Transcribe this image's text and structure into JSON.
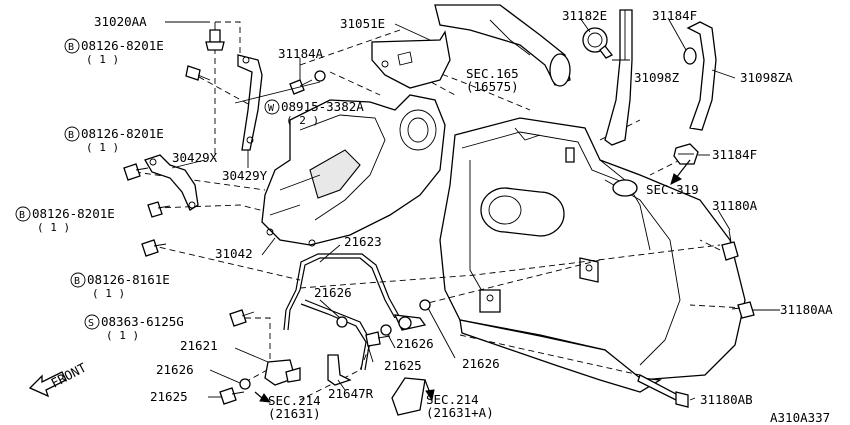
{
  "labels": {
    "p31020AA": "31020AA",
    "p31051E": "31051E",
    "p31182E": "31182E",
    "p31184F_top": "31184F",
    "p31184A": "31184A",
    "p31098Z": "31098Z",
    "p31098ZA": "31098ZA",
    "sec165": "SEC.165",
    "sec165_sub": "(16575)",
    "b08126_8201E_1": "08126-8201E",
    "b08126_8201E_1_qty": "( 1 )",
    "w08915_3382A": "08915-3382A",
    "w08915_3382A_qty": "( 2 )",
    "b08126_8201E_2": "08126-8201E",
    "b08126_8201E_2_qty": "( 1 )",
    "p30429X": "30429X",
    "p30429Y": "30429Y",
    "p31184F_mid": "31184F",
    "sec319": "SEC.319",
    "b08126_8201E_3": "08126-8201E",
    "b08126_8201E_3_qty": "( 1 )",
    "p31180A": "31180A",
    "p21623": "21623",
    "p31042": "31042",
    "b08126_8161E": "08126-8161E",
    "b08126_8161E_qty": "( 1 )",
    "p21626_a": "21626",
    "p31180AA": "31180AA",
    "s08363_6125G": "08363-6125G",
    "s08363_6125G_qty": "( 1 )",
    "p21626_b": "21626",
    "p21626_c": "21626",
    "p21621": "21621",
    "p21625_a": "21625",
    "p21626_d": "21626",
    "p21647R": "21647R",
    "p21625_b": "21625",
    "sec214_a": "SEC.214",
    "sec214_a_sub": "(21631)",
    "sec214_b": "SEC.214",
    "sec214_b_sub": "(21631+A)",
    "p31180AB": "31180AB",
    "front": "FRONT",
    "diagram_code": "A310A337",
    "circle_B": "B",
    "circle_W": "W",
    "circle_S": "S"
  }
}
